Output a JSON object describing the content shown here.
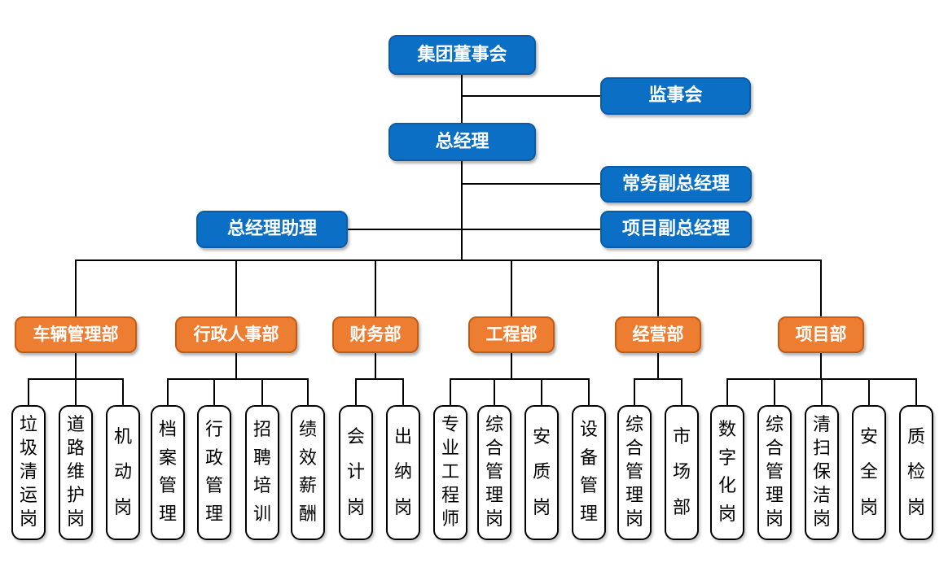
{
  "colors": {
    "blue_fill": "#0B6FC6",
    "blue_border": "#0A5CA8",
    "orange_fill": "#ED7D31",
    "orange_border": "#C55A11",
    "child_fill": "#FFFFFF",
    "child_border": "#000000",
    "text_light": "#FFFFFF",
    "text_dark": "#000000",
    "line": "#000000"
  },
  "chart": {
    "type": "org-chart",
    "executive": {
      "board": {
        "label": "集团董事会"
      },
      "supervisory": {
        "label": "监事会"
      },
      "gm": {
        "label": "总经理"
      },
      "executive_deputy_gm": {
        "label": "常务副总经理"
      },
      "gm_assistant": {
        "label": "总经理助理"
      },
      "project_deputy_gm": {
        "label": "项目副总经理"
      }
    },
    "departments": [
      {
        "label": "车辆管理部",
        "children": [
          "垃圾清运岗",
          "道路维护岗",
          "机动岗"
        ]
      },
      {
        "label": "行政人事部",
        "children": [
          "档案管理",
          "行政管理",
          "招聘培训",
          "绩效薪酬"
        ]
      },
      {
        "label": "财务部",
        "children": [
          "会计岗",
          "出纳岗"
        ]
      },
      {
        "label": "工程部",
        "children": [
          "专业工程师",
          "综合管理岗",
          "安质岗",
          "设备管理"
        ]
      },
      {
        "label": "经营部",
        "children": [
          "综合管理岗",
          "市场部"
        ]
      },
      {
        "label": "项目部",
        "children": [
          "数字化岗",
          "综合管理岗",
          "清扫保洁岗",
          "安全岗",
          "质检岗"
        ]
      }
    ]
  }
}
